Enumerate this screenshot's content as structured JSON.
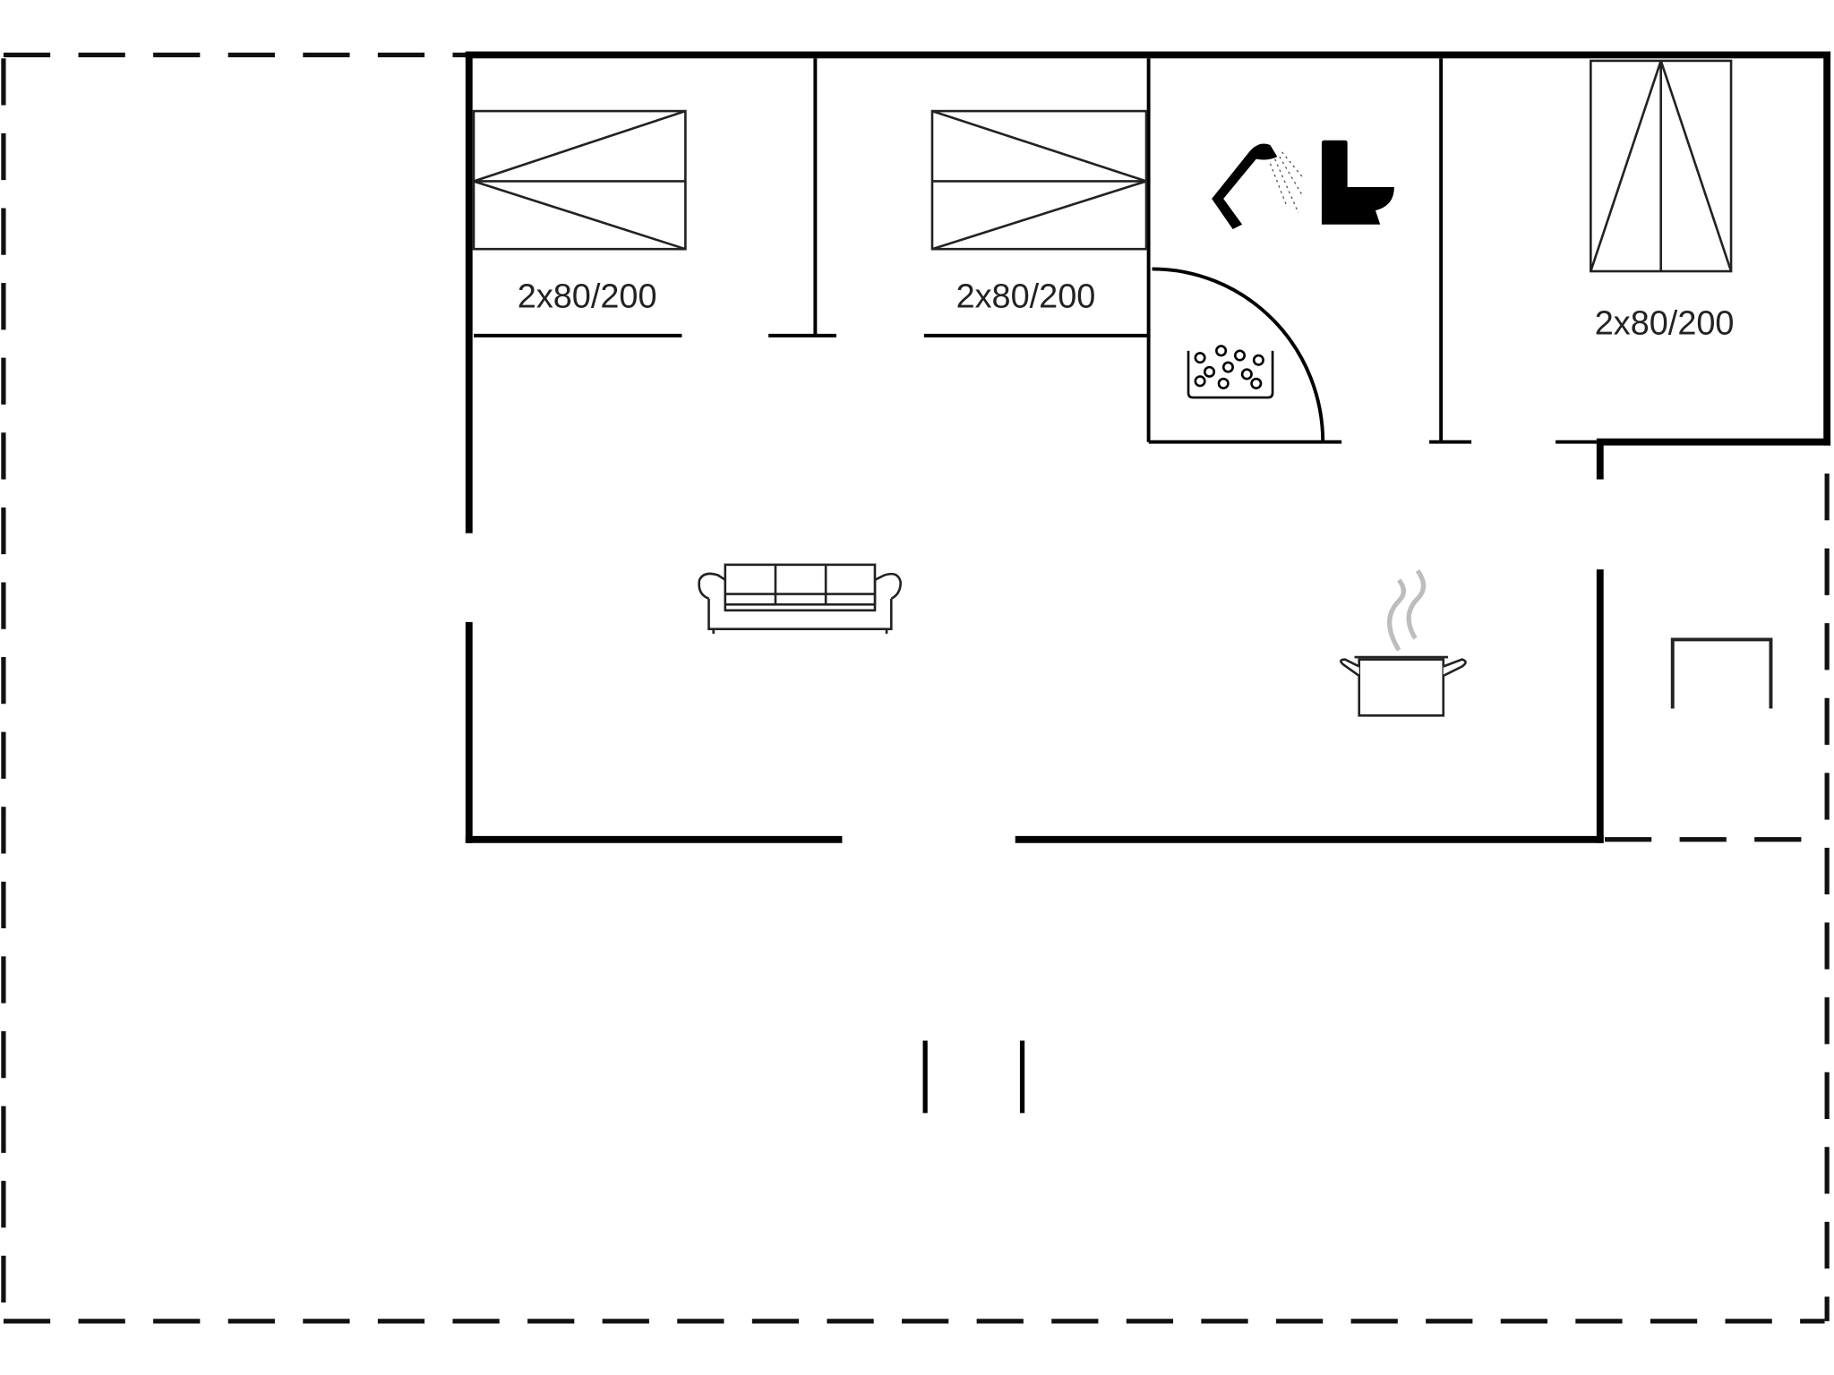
{
  "floorplan": {
    "rooms": [
      {
        "name": "bedroom-1",
        "bed_label": "2x80/200"
      },
      {
        "name": "bedroom-2",
        "bed_label": "2x80/200"
      },
      {
        "name": "bedroom-3",
        "bed_label": "2x80/200"
      }
    ],
    "icons": [
      "shower-icon",
      "toilet-icon",
      "sauna-icon",
      "sofa-icon",
      "cooking-pot-icon"
    ],
    "colors": {
      "wall": "#000000",
      "steam": "#bdbdbd",
      "background": "#ffffff"
    }
  }
}
